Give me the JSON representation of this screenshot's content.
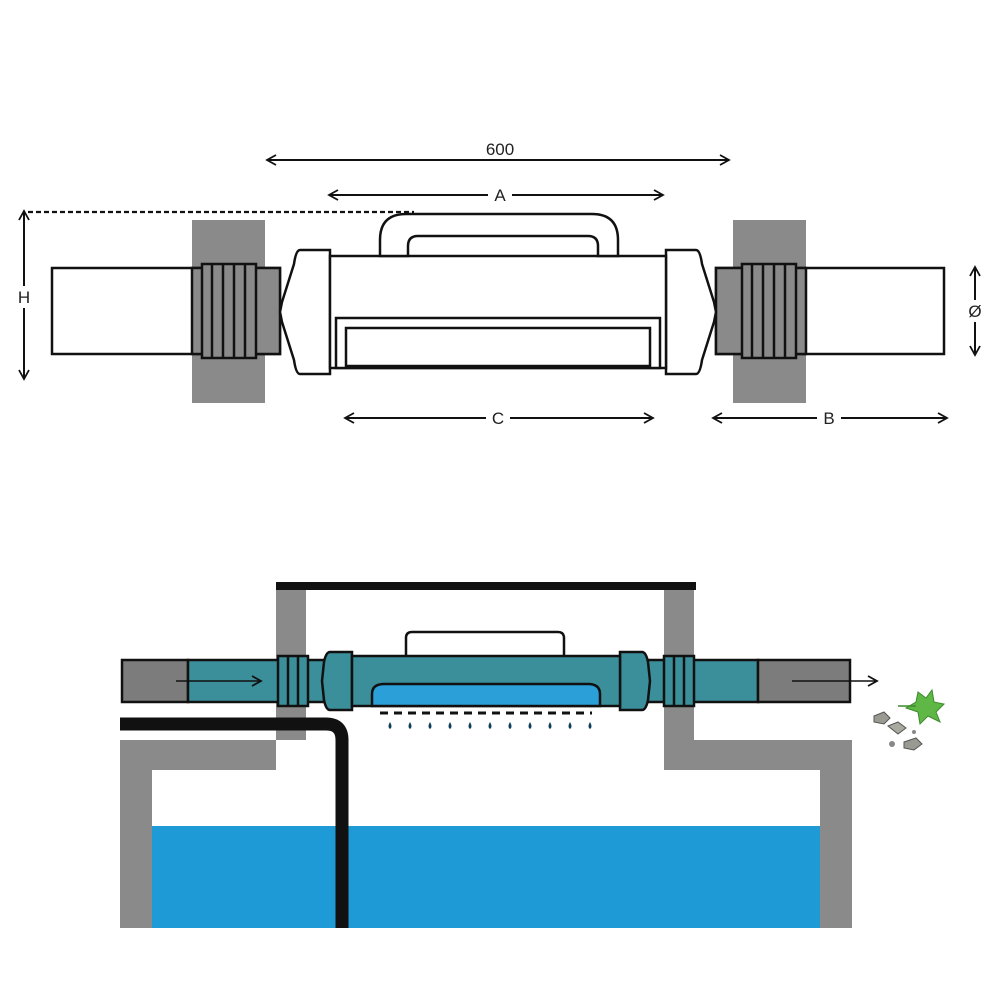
{
  "dimensions": {
    "total_length": "600",
    "a": "A",
    "b": "B",
    "c": "C",
    "h": "H",
    "diameter": "Ø"
  },
  "colors": {
    "wall": "#8a8a8a",
    "outline": "#111111",
    "filter_body": "#3a8f9a",
    "filter_screen": "#2a9fd8",
    "water": "#1e9ad6",
    "drops": "#0d3f5c",
    "leaf": "#5fb845",
    "debris": "#9a9a92"
  },
  "icons": [
    "flow-arrow-icon",
    "leaf-icon",
    "debris-icon",
    "water-drop-icon"
  ]
}
